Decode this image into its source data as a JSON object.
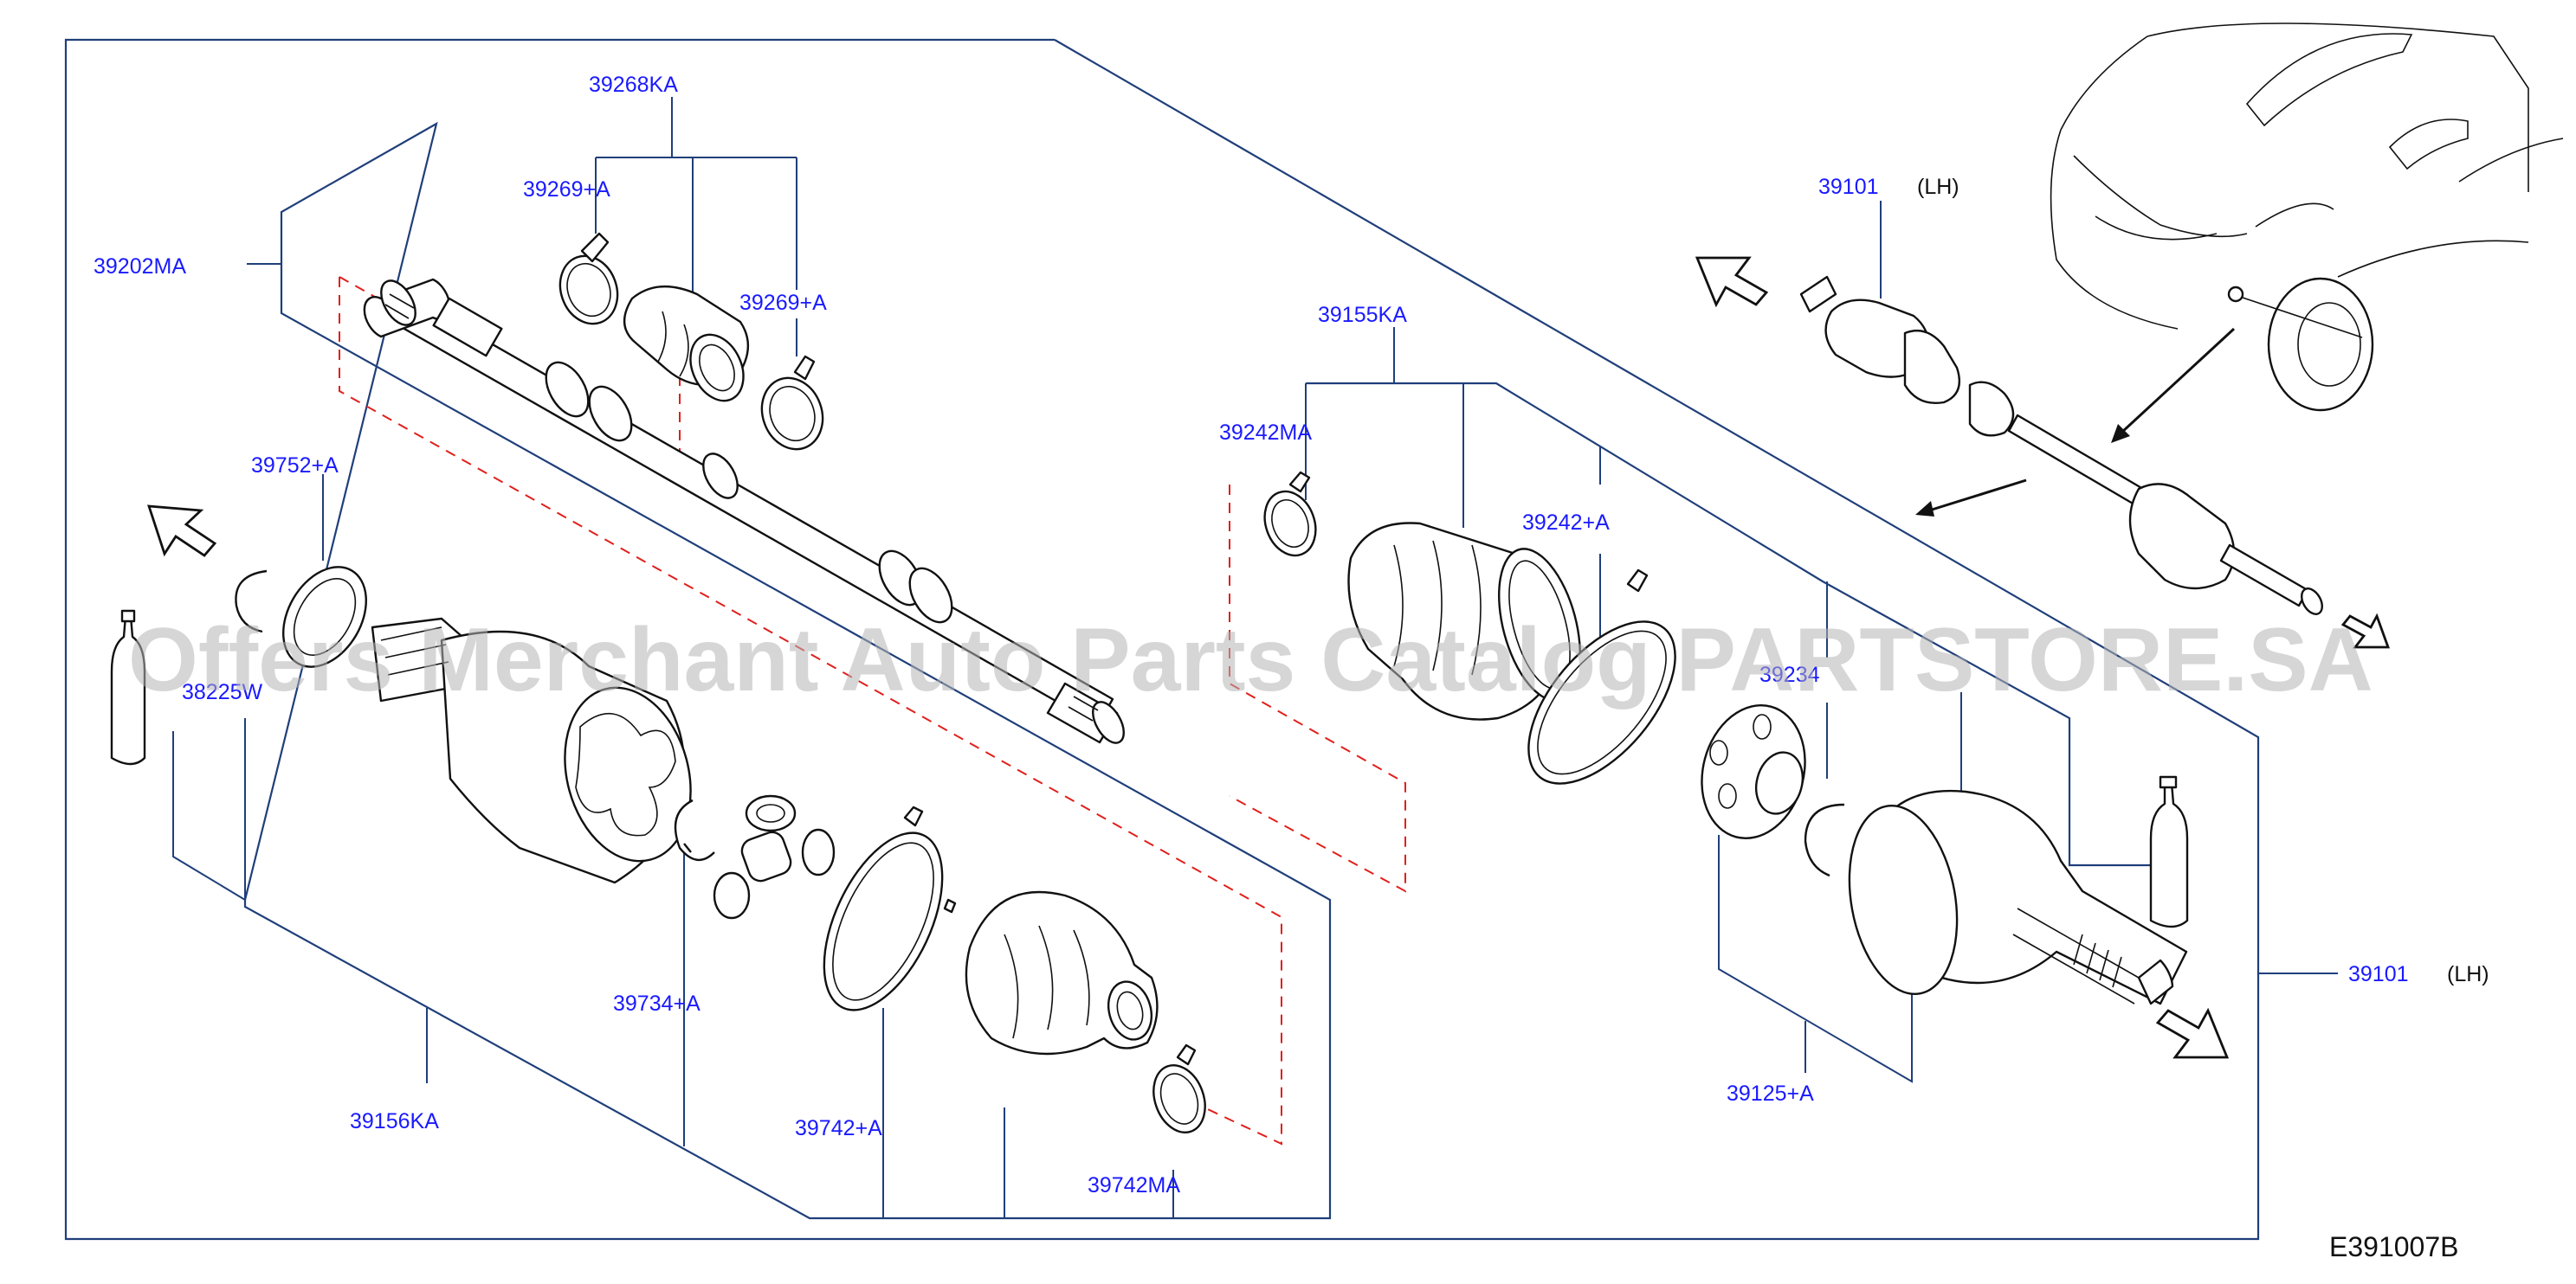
{
  "diagram_code": "E391007B",
  "watermark": "Offers Merchant Auto Parts Catalog PARTSTORE.SA",
  "callouts": {
    "p39268KA": "39268KA",
    "p39269A_top": "39269+A",
    "p39269A_right": "39269+A",
    "p39202MA": "39202MA",
    "p39752A": "39752+A",
    "p38225W": "38225W",
    "p39156KA": "39156KA",
    "p39734A": "39734+A",
    "p39742A": "39742+A",
    "p39742MA": "39742MA",
    "p39155KA": "39155KA",
    "p39242MA": "39242MA",
    "p39242A": "39242+A",
    "p39234": "39234",
    "p39125A": "39125+A",
    "p39101_top": "39101",
    "p39101_right": "39101"
  },
  "side_labels": {
    "lh_top": "(LH)",
    "lh_right": "(LH)"
  },
  "colors": {
    "callout_text": "#1a1aff",
    "frame_line": "#1f3f7a",
    "dashed_group": "#e0201c",
    "part_outline": "#111111"
  }
}
